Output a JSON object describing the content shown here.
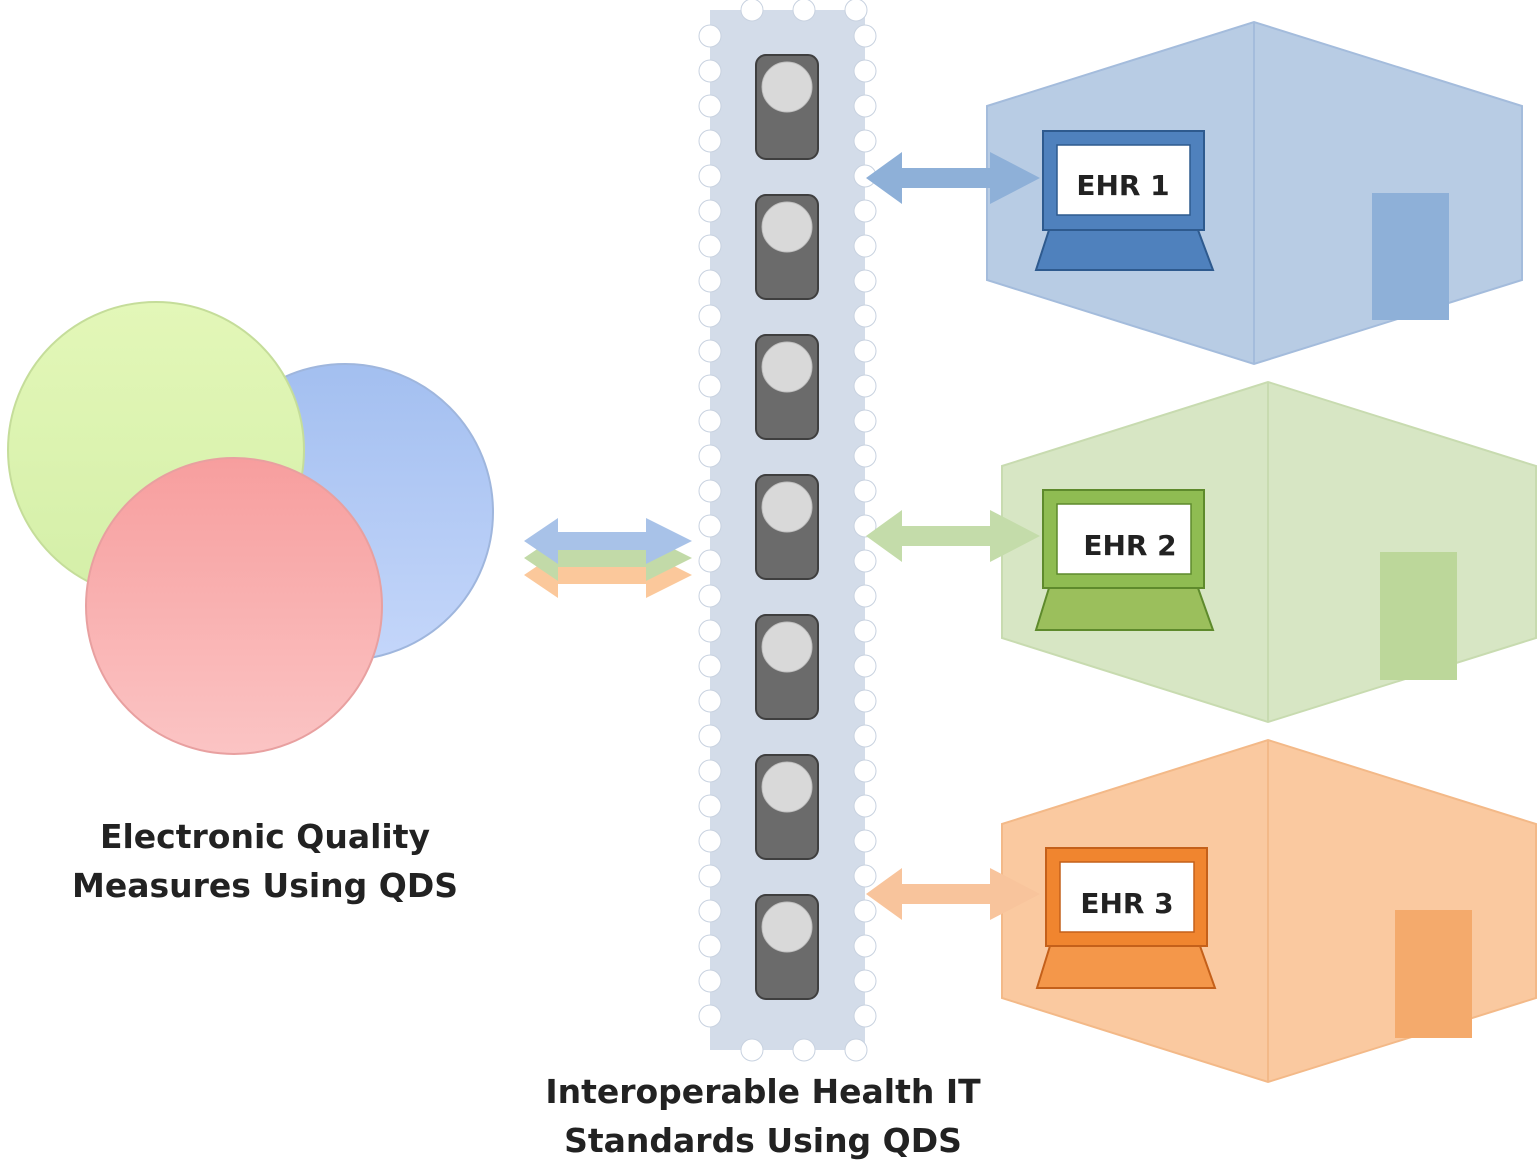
{
  "left_caption": {
    "line1": "Electronic Quality",
    "line2": "Measures Using QDS"
  },
  "center_caption": {
    "line1": "Interoperable Health IT",
    "line2": "Standards Using QDS"
  },
  "systems": [
    {
      "label": "EHR 1",
      "color": "#4f81bd",
      "building_color": "#b8cce4",
      "door_color": "#8eb0d8"
    },
    {
      "label": "EHR 2",
      "color": "#77a844",
      "building_color": "#d7e6c4",
      "door_color": "#bcd79a"
    },
    {
      "label": "EHR 3",
      "color": "#f0852f",
      "building_color": "#fac9a0",
      "door_color": "#f4aa6c"
    }
  ],
  "circles": {
    "green": "#dff5b0",
    "blue": "#aec8f5",
    "red": "#f9a8a8"
  },
  "colors": {
    "bus_fill": "#d3dce9",
    "chip": "#6b6b6b",
    "chip_dot": "#d9d9d9"
  }
}
